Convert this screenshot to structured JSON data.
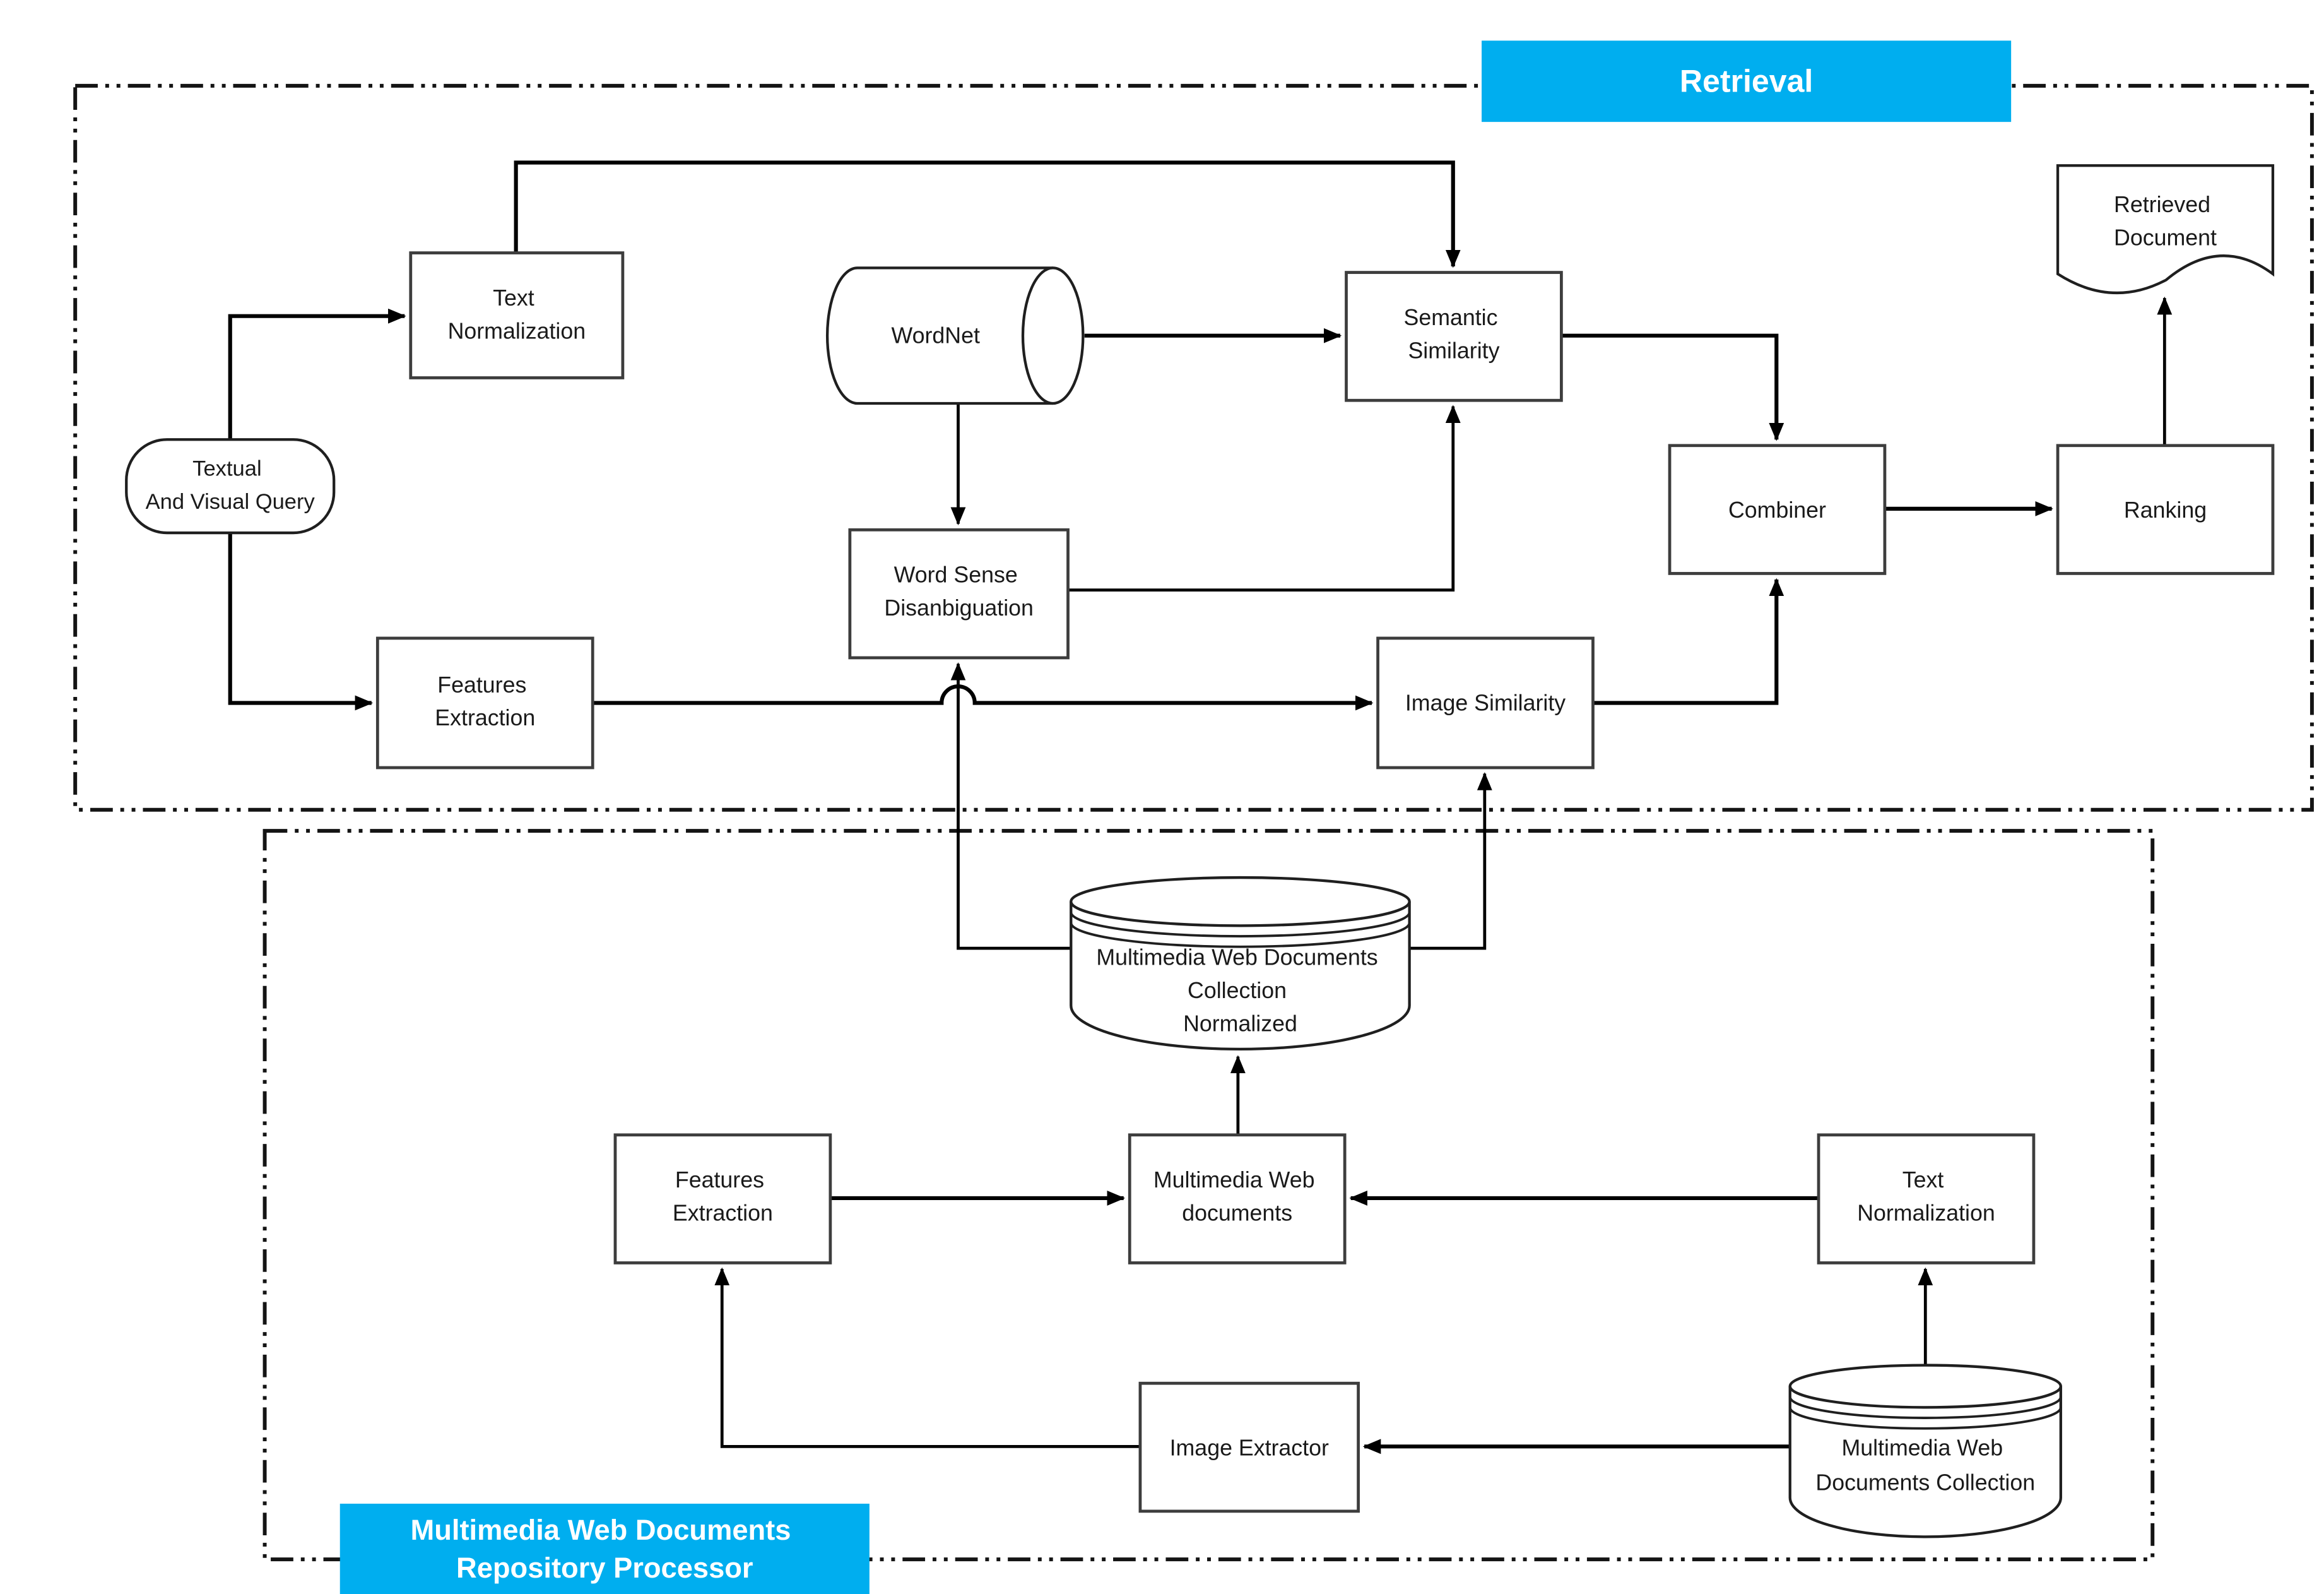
{
  "colors": {
    "accent": "#00AEEF",
    "connector": "#000000",
    "box_stroke": "#3D3D3D",
    "text": "#1A1A1A",
    "banner_text": "#FFFFFF",
    "background": "#FFFFFF"
  },
  "regions": {
    "retrieval": {
      "label": "Retrieval",
      "border_style": "dash-dot-dot"
    },
    "repository": {
      "lines": [
        "Multimedia Web Documents",
        "Repository Processor"
      ],
      "border_style": "dash-dot-dot"
    }
  },
  "nodes": {
    "query_stadium": {
      "shape": "stadium",
      "lines": [
        "Textual",
        "And Visual Query"
      ]
    },
    "text_normalization_top": {
      "shape": "rect",
      "lines": [
        "Text",
        "Normalization"
      ]
    },
    "wordnet": {
      "shape": "cylinder-horizontal",
      "lines": [
        "WordNet"
      ]
    },
    "semantic_similarity": {
      "shape": "rect",
      "lines": [
        "Semantic",
        "Similarity"
      ]
    },
    "word_sense_disambiguation": {
      "shape": "rect",
      "lines": [
        "Word Sense",
        "Disanbiguation"
      ]
    },
    "features_extraction_top": {
      "shape": "rect",
      "lines": [
        "Features",
        "Extraction"
      ]
    },
    "image_similarity": {
      "shape": "rect",
      "lines": [
        "Image Similarity"
      ]
    },
    "combiner": {
      "shape": "rect",
      "lines": [
        "Combiner"
      ]
    },
    "ranking": {
      "shape": "rect",
      "lines": [
        "Ranking"
      ]
    },
    "retrieved_document": {
      "shape": "document",
      "lines": [
        "Retrieved",
        "Document"
      ]
    },
    "normalized_collection": {
      "shape": "cylinder",
      "lines": [
        "Multimedia Web Documents",
        "Collection",
        "Normalized"
      ]
    },
    "features_extraction_bottom": {
      "shape": "rect",
      "lines": [
        "Features",
        "Extraction"
      ]
    },
    "multimedia_web_documents": {
      "shape": "rect",
      "lines": [
        "Multimedia Web",
        "documents"
      ]
    },
    "text_normalization_bottom": {
      "shape": "rect",
      "lines": [
        "Text",
        "Normalization"
      ]
    },
    "image_extractor": {
      "shape": "rect",
      "lines": [
        "Image Extractor"
      ]
    },
    "documents_collection": {
      "shape": "cylinder",
      "lines": [
        "Multimedia Web",
        "Documents Collection"
      ]
    }
  },
  "edges": [
    {
      "from": "query_stadium",
      "to": "text_normalization_top"
    },
    {
      "from": "query_stadium",
      "to": "features_extraction_top"
    },
    {
      "from": "text_normalization_top",
      "to": "semantic_similarity"
    },
    {
      "from": "wordnet",
      "to": "semantic_similarity"
    },
    {
      "from": "wordnet",
      "to": "word_sense_disambiguation"
    },
    {
      "from": "word_sense_disambiguation",
      "to": "semantic_similarity"
    },
    {
      "from": "semantic_similarity",
      "to": "combiner"
    },
    {
      "from": "image_similarity",
      "to": "combiner"
    },
    {
      "from": "combiner",
      "to": "ranking"
    },
    {
      "from": "ranking",
      "to": "retrieved_document"
    },
    {
      "from": "features_extraction_top",
      "to": "image_similarity"
    },
    {
      "from": "normalized_collection",
      "to": "word_sense_disambiguation"
    },
    {
      "from": "normalized_collection",
      "to": "image_similarity"
    },
    {
      "from": "multimedia_web_documents",
      "to": "normalized_collection"
    },
    {
      "from": "features_extraction_bottom",
      "to": "multimedia_web_documents"
    },
    {
      "from": "text_normalization_bottom",
      "to": "multimedia_web_documents"
    },
    {
      "from": "documents_collection",
      "to": "text_normalization_bottom"
    },
    {
      "from": "documents_collection",
      "to": "image_extractor"
    },
    {
      "from": "image_extractor",
      "to": "features_extraction_bottom"
    }
  ]
}
